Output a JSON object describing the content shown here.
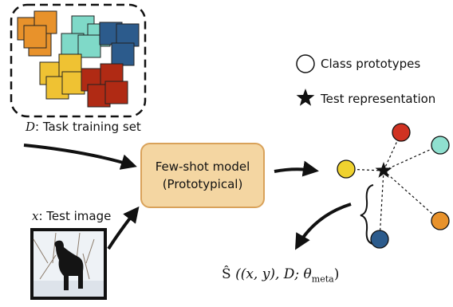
{
  "support_set": {
    "label_var": "D",
    "label_text": ": Task training set",
    "colors": {
      "orange": "#e8922b",
      "teal": "#7fd9c8",
      "blue": "#2c5b8c",
      "yellow": "#efc233",
      "red": "#b02a14"
    }
  },
  "query": {
    "label_var": "x",
    "label_text": ": Test image"
  },
  "model": {
    "line1": "Few-shot model",
    "line2": "(Prototypical)",
    "fill": "#f4d6a2",
    "border": "#d9a25a"
  },
  "legend": {
    "prototype_label": "Class prototypes",
    "test_label": "Test representation"
  },
  "embedding": {
    "prototype_colors": [
      "#efd22f",
      "#d03222",
      "#8fe0cf",
      "#e8922b",
      "#2c5b8c"
    ]
  },
  "output": {
    "s": "Ŝ",
    "xy": "((x, y), D; θ",
    "sub": "meta",
    "close": ")"
  }
}
